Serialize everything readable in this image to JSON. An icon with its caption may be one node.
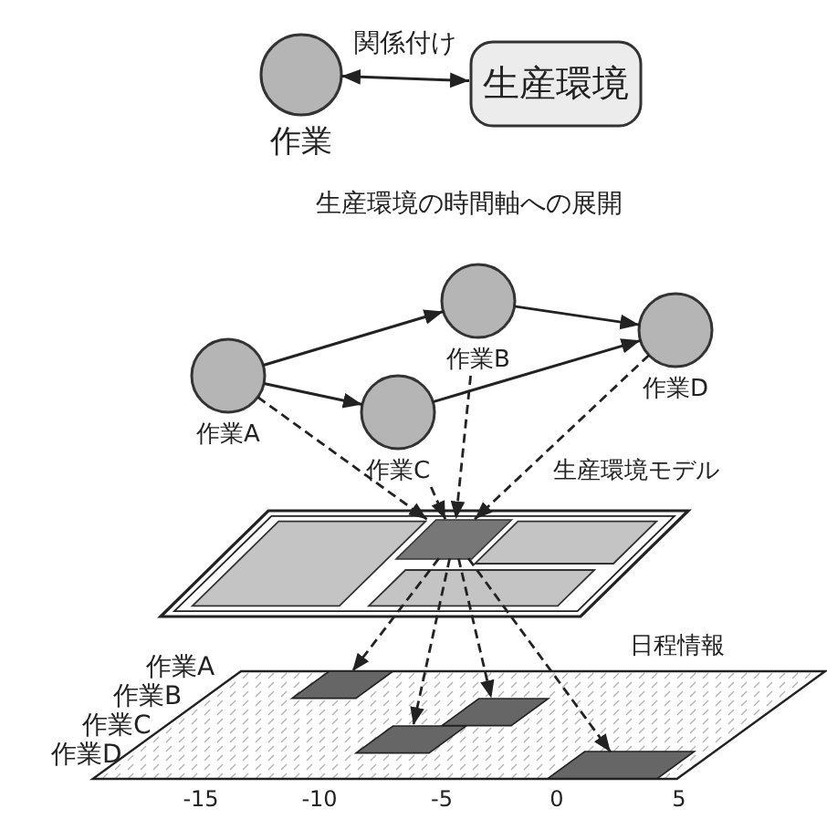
{
  "diagram": {
    "nodes": [
      {
        "text": [
          "作業"
        ]
      },
      {
        "text": [
          "生産環境"
        ]
      },
      {
        "text": [
          "作業A"
        ]
      },
      {
        "text": [
          "作業B"
        ]
      },
      {
        "text": [
          "作業C"
        ]
      },
      {
        "text": [
          "作業D"
        ]
      },
      {
        "text": [
          "生産環境モデル"
        ]
      },
      {
        "text": [],
        "shape": "box",
        "in": 6
      },
      {
        "text": [
          "日程情報"
        ]
      },
      {
        "text": [],
        "shape": "bar",
        "in": 8
      },
      {
        "text": [],
        "shape": "bar",
        "in": 8
      },
      {
        "text": [],
        "shape": "bar",
        "in": 8
      },
      {
        "text": [],
        "shape": "bar",
        "in": 8
      }
    ],
    "edges": [
      {
        "from": 0,
        "to": 1,
        "arrow": "both",
        "label": "関係付け"
      },
      {
        "from": 2,
        "to": 3,
        "arrow": "to"
      },
      {
        "from": 2,
        "to": 4,
        "arrow": "to"
      },
      {
        "from": 3,
        "to": 5,
        "arrow": "to"
      },
      {
        "from": 4,
        "to": 5,
        "arrow": "to"
      },
      {
        "from": 2,
        "to": 7,
        "arrow": "to",
        "style": "dashed"
      },
      {
        "from": 3,
        "to": 7,
        "arrow": "to",
        "style": "dashed"
      },
      {
        "from": 4,
        "to": 7,
        "arrow": "to",
        "style": "dashed"
      },
      {
        "from": 5,
        "to": 7,
        "arrow": "to",
        "style": "dashed"
      },
      {
        "from": 7,
        "to": 9,
        "arrow": "to",
        "style": "dashed"
      },
      {
        "from": 7,
        "to": 10,
        "arrow": "to",
        "style": "dashed"
      },
      {
        "from": 7,
        "to": 11,
        "arrow": "to",
        "style": "dashed"
      },
      {
        "from": 7,
        "to": 12,
        "arrow": "to",
        "style": "dashed"
      }
    ],
    "labels": [
      "生産環境の時間軸への展開",
      "作業A",
      "作業B",
      "作業C",
      "作業D",
      "-15",
      "-10",
      "-5",
      "0",
      "5"
    ]
  }
}
